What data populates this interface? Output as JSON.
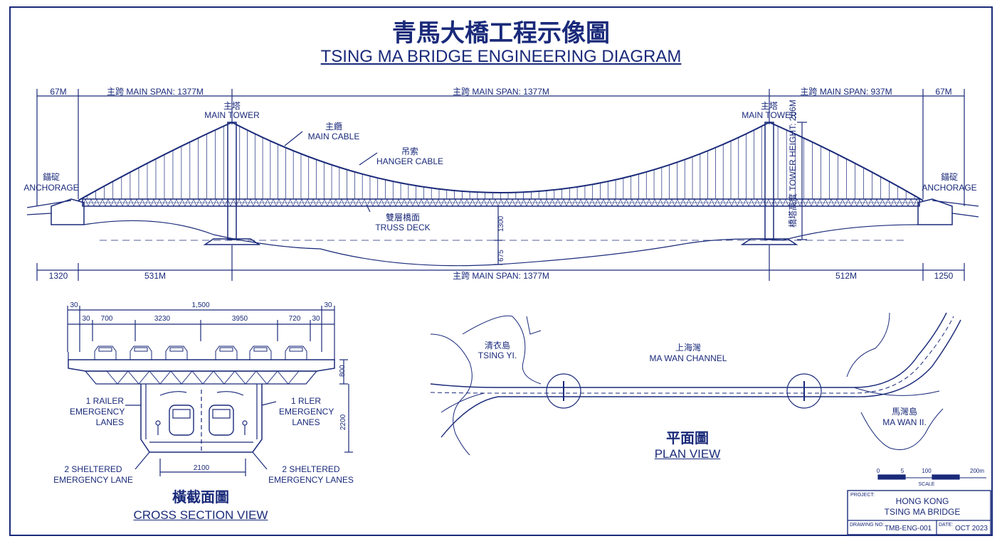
{
  "title": {
    "cn": "青馬大橋工程示像圖",
    "en": "TSING MA BRIDGE ENGINEERING DIAGRAM"
  },
  "elevation": {
    "top_dims": {
      "left_end": "67M",
      "left_span": "主跨 MAIN SPAN: 1377M",
      "center_span": "主跨 MAIN SPAN: 1377M",
      "right_span": "主跨 MAIN SPAN: 937M",
      "right_end": "67M"
    },
    "labels": {
      "left_tower_cn": "主塔",
      "left_tower_en": "MAIN TOWER",
      "right_tower_cn": "主塔",
      "right_tower_en": "MAIN TOWER",
      "main_cable_cn": "主纜",
      "main_cable_en": "MAIN CABLE",
      "hanger_cn": "吊索",
      "hanger_en": "HANGER CABLE",
      "deck_cn": "雙層橋面",
      "deck_en": "TRUSS DECK",
      "left_anchor_cn": "錨碇",
      "left_anchor_en": "ANCHORAGE",
      "right_anchor_cn": "錨碇",
      "right_anchor_en": "ANCHORAGE",
      "tower_height": "橋塔高度 TOWER HEIGHT: 206M",
      "clearance": "1300",
      "depth": "675"
    },
    "bottom_dims": {
      "left_end": "1320",
      "left_span": "531M",
      "center_span": "主跨 MAIN SPAN: 1377M",
      "right_span": "512M",
      "right_end": "1250"
    }
  },
  "cross_section": {
    "dims_top": {
      "left": "30",
      "total": "1,500",
      "right": "30"
    },
    "dims_lanes": [
      "30",
      "700",
      "3230",
      "3950",
      "720",
      "30"
    ],
    "dim_deck_height": "800",
    "dim_lower_height": "2200",
    "dim_bottom": "2100",
    "left_callout": "1 RAILER\nEMERGENCY\nLANES",
    "right_callout": "1 RLER\nEMERGENCY\nLANES",
    "left_bottom": "2 SHELTERED\nEMERGENCY LANE",
    "right_bottom": "2 SHELTERED\nEMERGENCY LANES",
    "title_cn": "橫截面圖",
    "title_en": "CROSS SECTION VIEW"
  },
  "plan": {
    "tsing_yi_cn": "清衣島",
    "tsing_yi_en": "TSING YI.",
    "channel_cn": "上海灣",
    "channel_en": "MA WAN CHANNEL",
    "ma_wan_cn": "馬灣島",
    "ma_wan_en": "MA WAN II.",
    "title_cn": "平面圖",
    "title_en": "PLAN VIEW",
    "scale_ticks": [
      "0",
      "5",
      "100",
      "200m"
    ],
    "scale_label": "SCALE"
  },
  "title_block": {
    "project_label": "PROJECT:",
    "project_line1": "HONG KONG",
    "project_line2": "TSING MA BRIDGE",
    "drawing_label": "DRAWING NO:",
    "drawing_no": "TMB-ENG-001",
    "date_label": "DATE:",
    "date": "OCT 2023"
  },
  "colors": {
    "ink": "#1a2a7a",
    "paper": "#ffffff"
  }
}
